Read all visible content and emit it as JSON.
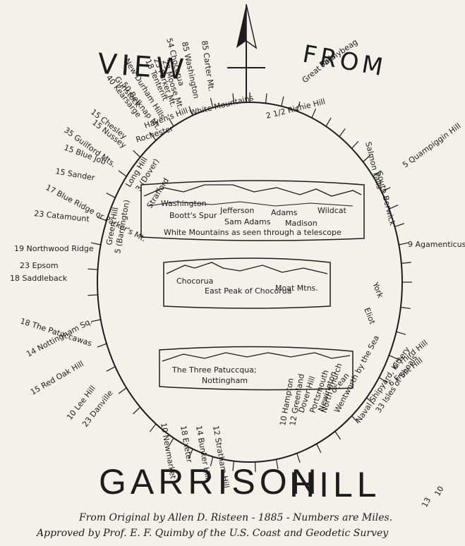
{
  "title_left": "VIEW",
  "title_right": "FROM",
  "bottom_title_left": "GARRISON",
  "bottom_title_right": "HILL",
  "footer_line1": "From Original by Allen D. Risteen - 1885 - Numbers are Miles.",
  "footer_line2": "Approved by Prof. E. F. Quimby of the U.S. Coast and Geodetic Survey",
  "panel1": {
    "peaks": [
      "Washington",
      "Boott's Spur",
      "Jefferson",
      "Sam Adams",
      "Adams",
      "Madison",
      "Wildcat"
    ],
    "caption": "White Mountains as seen through a telescope"
  },
  "panel2": {
    "peaks": [
      "Chocorua",
      "East Peak of Chocorua",
      "Moat Mtns."
    ]
  },
  "panel3": {
    "caption_line1": "The Three Patuccqua;",
    "caption_line2": "Nottingham"
  },
  "outer_labels": [
    "54 Chocorua",
    "85 Washington",
    "85 Carter Mt.",
    "18 Tenterift",
    "25 Parker Mt.",
    "23 Moose Mt.",
    "New Durham Hills",
    "40 Kearsarge",
    "Gunstock",
    "50 Belknap Mt.",
    "15 Chesley",
    "15 Nussey",
    "35 Guilford Mts.",
    "15 Blue Job",
    "15 Sander",
    "17 Blue Ridge or Parker's Mt.",
    "23 Catamount",
    "19 Northwood Ridge",
    "23 Epsom",
    "18 Saddleback",
    "18 The Patuccawas",
    "14 Nottingham Sq.",
    "15 Red Oak Hill",
    "10 Lee Hill",
    "23 Danville",
    "10 Newmarket",
    "18 Exeter",
    "14 Bunker Hill",
    "12 Stratham Hill",
    "10 Hampton",
    "12 Greenland",
    "Newington",
    "Dover Hill",
    "Portsmouth",
    "North Church",
    "Wentworth by the Sea",
    "ocean",
    "13",
    "10",
    "Naval Shipyard, Kittery",
    "33 Isles of Shoals",
    "6 Frost Hill",
    "6 Third Hill",
    "Eliot",
    "York",
    "9 Agamenticus",
    "5 Quampiggin Hill",
    "South Berwick",
    "Salmon Falls",
    "Great Falls",
    "Bonnybeag",
    "2 1/2 Richie Hill"
  ],
  "inner_labels": [
    "White Mountains",
    "Haven's Hill",
    "Rochester",
    "Long Hill",
    "3 (Dover)",
    "Strafford",
    "Green Hill",
    "5 (Barrington)"
  ]
}
